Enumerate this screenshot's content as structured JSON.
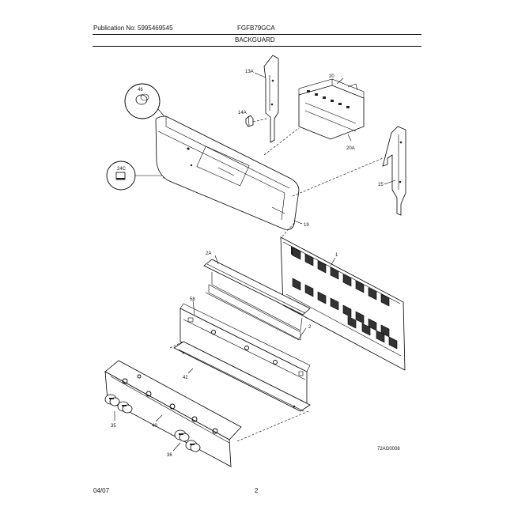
{
  "header": {
    "publication": "Publication No: 5995469545",
    "model": "FGFB79GCA",
    "section": "BACKGUARD"
  },
  "labels": {
    "l46": "46",
    "l14": "14A",
    "l13": "13A",
    "l20": "20",
    "l20a": "20A",
    "l24c": "24C",
    "l15": "15",
    "l19": "19",
    "l1": "1",
    "l2a": "2A",
    "l58": "58",
    "l2": "2",
    "l42": "42",
    "l35": "35",
    "l40": "40",
    "l36": "36"
  },
  "diagram_code": "72AG0008",
  "footer": {
    "date": "04/07",
    "page": "2"
  }
}
